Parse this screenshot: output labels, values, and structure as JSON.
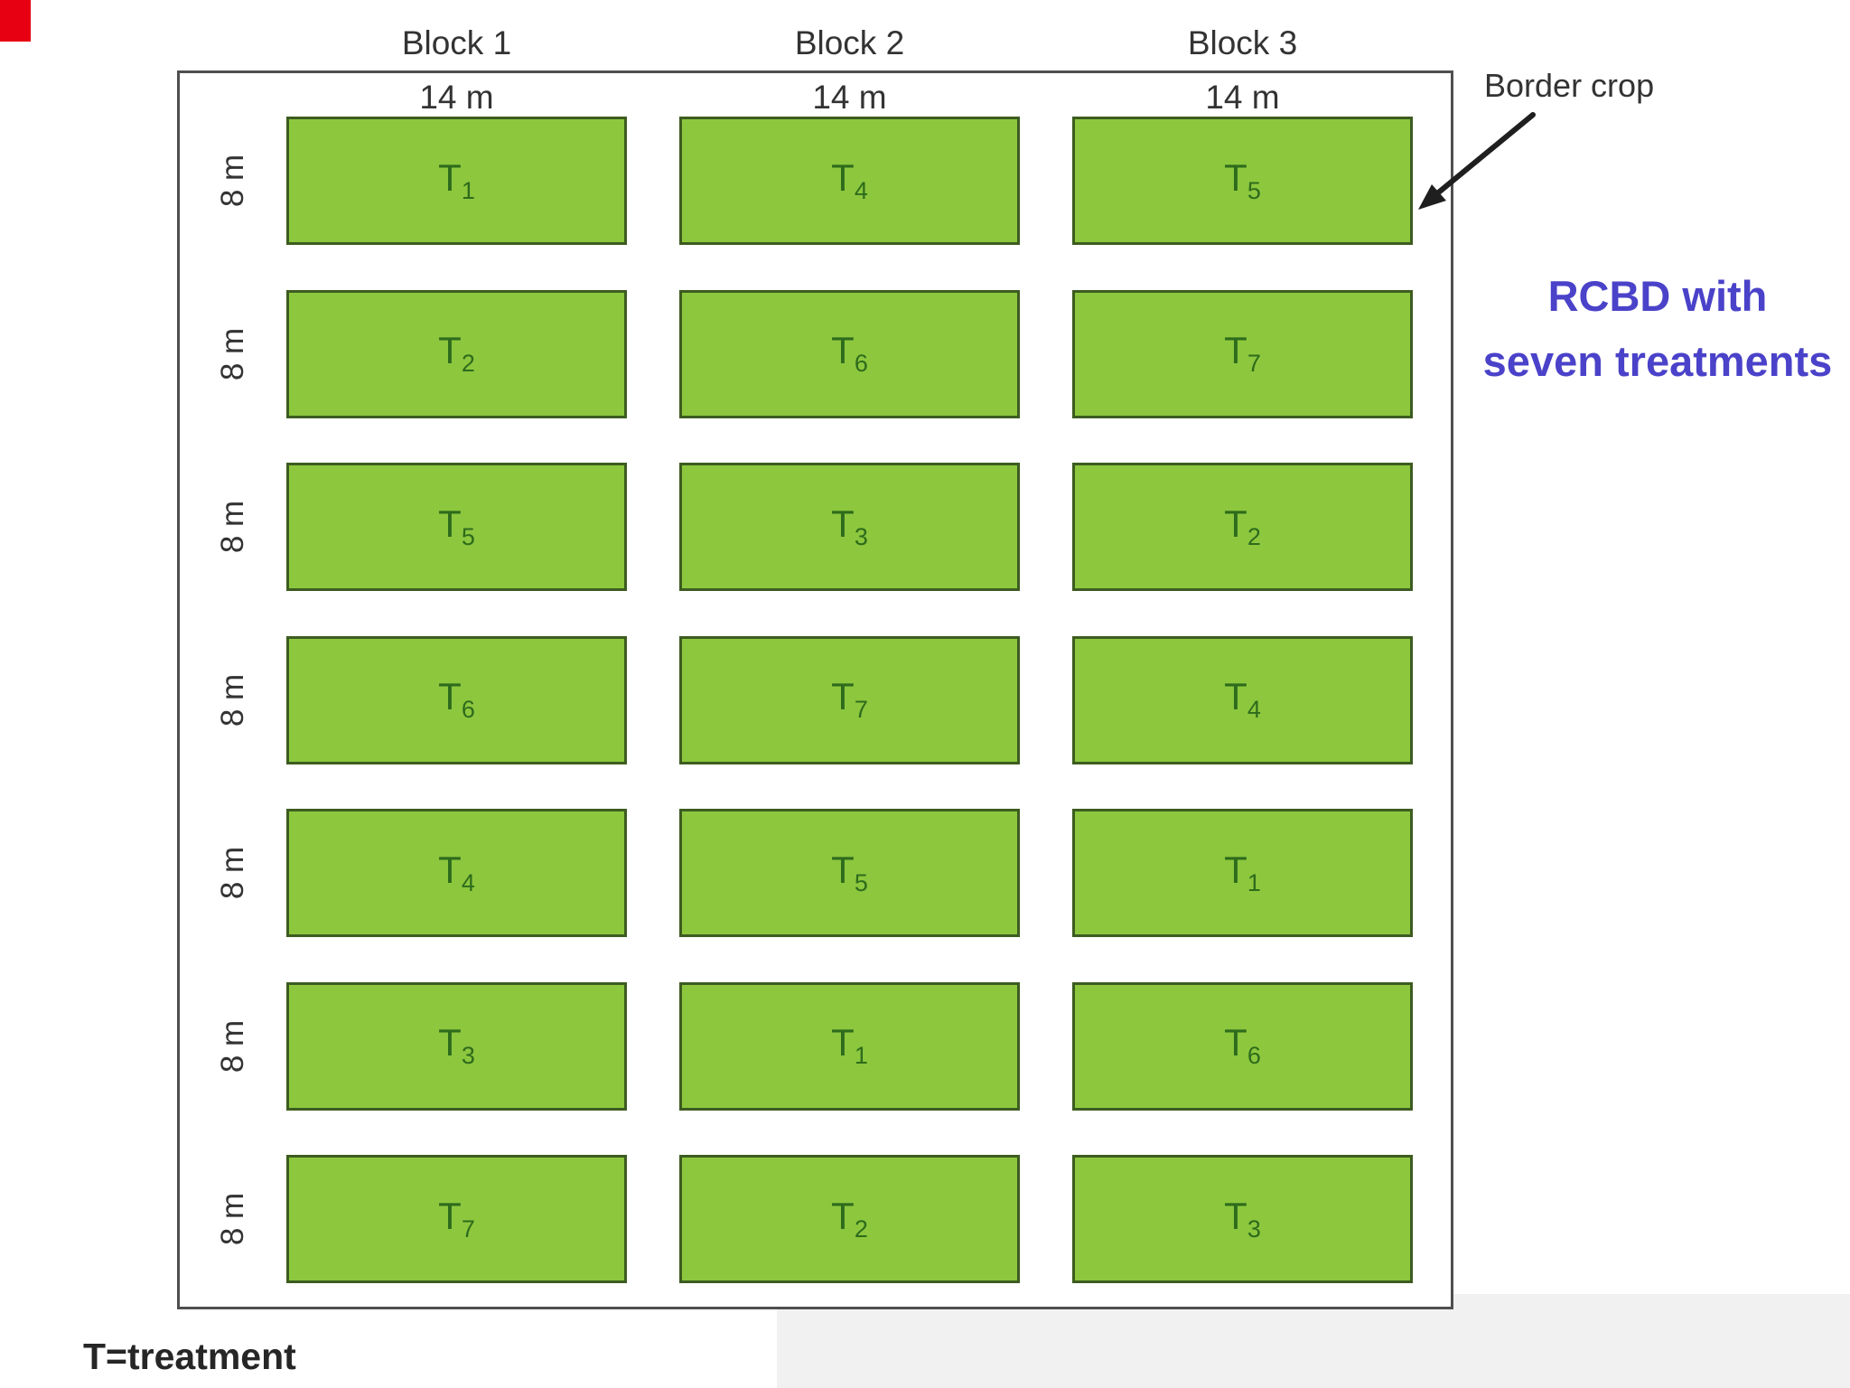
{
  "header": {
    "blocks": [
      {
        "name": "Block 1",
        "width": "14 m"
      },
      {
        "name": "Block 2",
        "width": "14 m"
      },
      {
        "name": "Block 3",
        "width": "14 m"
      }
    ]
  },
  "field": {
    "rows": [
      {
        "height_label": "8 m",
        "plots": [
          {
            "base": "T",
            "sub": "1"
          },
          {
            "base": "T",
            "sub": "4"
          },
          {
            "base": "T",
            "sub": "5"
          }
        ]
      },
      {
        "height_label": "8 m",
        "plots": [
          {
            "base": "T",
            "sub": "2"
          },
          {
            "base": "T",
            "sub": "6"
          },
          {
            "base": "T",
            "sub": "7"
          }
        ]
      },
      {
        "height_label": "8 m",
        "plots": [
          {
            "base": "T",
            "sub": "5"
          },
          {
            "base": "T",
            "sub": "3"
          },
          {
            "base": "T",
            "sub": "2"
          }
        ]
      },
      {
        "height_label": "8 m",
        "plots": [
          {
            "base": "T",
            "sub": "6"
          },
          {
            "base": "T",
            "sub": "7"
          },
          {
            "base": "T",
            "sub": "4"
          }
        ]
      },
      {
        "height_label": "8 m",
        "plots": [
          {
            "base": "T",
            "sub": "4"
          },
          {
            "base": "T",
            "sub": "5"
          },
          {
            "base": "T",
            "sub": "1"
          }
        ]
      },
      {
        "height_label": "8 m",
        "plots": [
          {
            "base": "T",
            "sub": "3"
          },
          {
            "base": "T",
            "sub": "1"
          },
          {
            "base": "T",
            "sub": "6"
          }
        ]
      },
      {
        "height_label": "8 m",
        "plots": [
          {
            "base": "T",
            "sub": "7"
          },
          {
            "base": "T",
            "sub": "2"
          },
          {
            "base": "T",
            "sub": "3"
          }
        ]
      }
    ]
  },
  "annotations": {
    "border_crop": "Border crop",
    "caption_line1": "RCBD with",
    "caption_line2": "seven treatments"
  },
  "legend": {
    "definition": "T=treatment"
  },
  "colors": {
    "plot_green": "#8cc73e",
    "plot_border_green": "#3d5c20",
    "field_border_grey": "#4f4f4f",
    "caption_blue": "#4a42c9",
    "corner_red": "#e60012"
  }
}
